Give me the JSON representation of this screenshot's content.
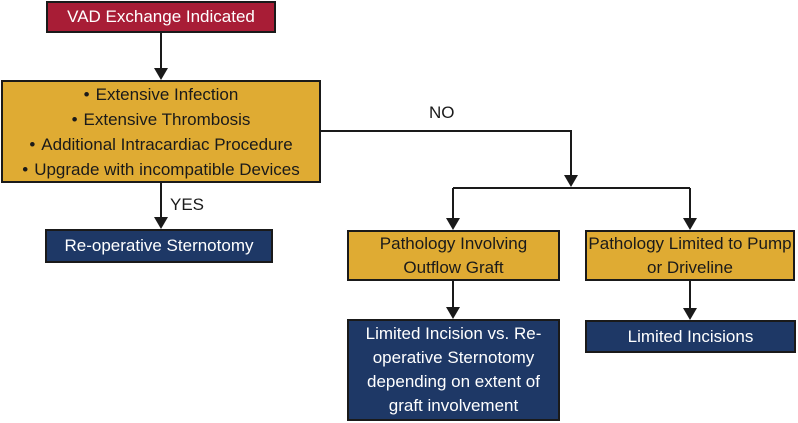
{
  "flowchart": {
    "bullet_glyph": "•",
    "colors": {
      "start_box": "#a81d36",
      "decision_box": "#dfab33",
      "outcome_box": "#1e3866",
      "line": "#1a1a1a",
      "background": "#ffffff"
    },
    "nodes": {
      "start": {
        "label": "VAD Exchange Indicated"
      },
      "criteria": {
        "items": [
          "Extensive Infection",
          "Extensive Thrombosis",
          "Additional Intracardiac Procedure",
          "Upgrade with incompatible Devices"
        ]
      },
      "sternotomy": {
        "label": "Re-operative Sternotomy"
      },
      "outflow": {
        "label": "Pathology Involving Outflow Graft"
      },
      "pump": {
        "label": "Pathology Limited to Pump or Driveline"
      },
      "limited_vs": {
        "label": "Limited Incision vs. Re-operative Sternotomy depending on extent of graft involvement"
      },
      "limited": {
        "label": "Limited Incisions"
      }
    },
    "edges": {
      "yes_label": "YES",
      "no_label": "NO"
    }
  }
}
